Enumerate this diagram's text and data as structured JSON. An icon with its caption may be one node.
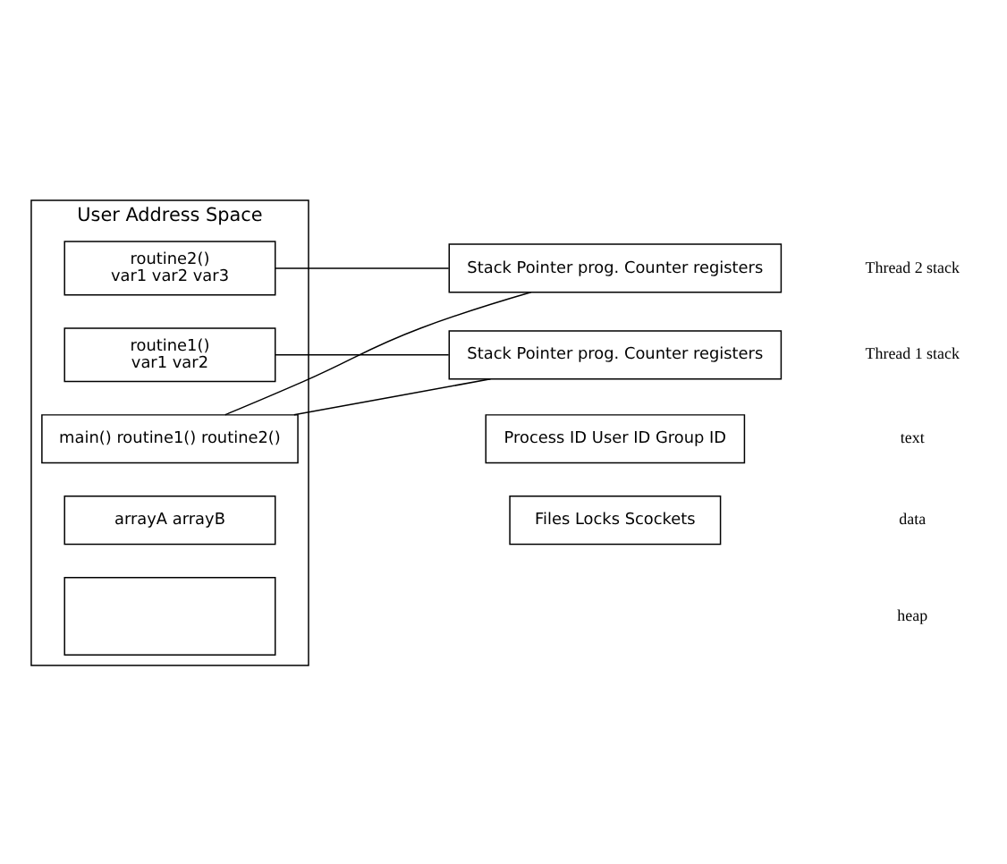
{
  "diagram": {
    "nodes": [
      {
        "text": [
          "User Address Space"
        ]
      },
      {
        "text": [
          "routine2()",
          "var1 var2 var3"
        ],
        "in": 0
      },
      {
        "text": [
          "routine1()",
          "var1 var2"
        ],
        "in": 0
      },
      {
        "text": [
          "main() routine1() routine2()"
        ],
        "in": 0
      },
      {
        "text": [
          "arrayA arrayB"
        ],
        "in": 0
      },
      {
        "text": [],
        "shape": "box",
        "in": 0
      },
      {
        "text": [
          "Stack Pointer prog. Counter registers"
        ]
      },
      {
        "text": [
          "Stack Pointer prog. Counter registers"
        ]
      },
      {
        "text": [
          "Process ID User ID Group ID"
        ]
      },
      {
        "text": [
          "Files Locks Scockets"
        ]
      }
    ],
    "edges": [
      {
        "from": 1,
        "to": 6,
        "arrow": "none"
      },
      {
        "from": 3,
        "to": 6,
        "arrow": "none"
      },
      {
        "from": 2,
        "to": 7,
        "arrow": "none"
      },
      {
        "from": 3,
        "to": 7,
        "arrow": "none"
      }
    ],
    "labels": [
      "Thread 2 stack",
      "Thread 1 stack",
      "text",
      "data",
      "heap"
    ]
  }
}
